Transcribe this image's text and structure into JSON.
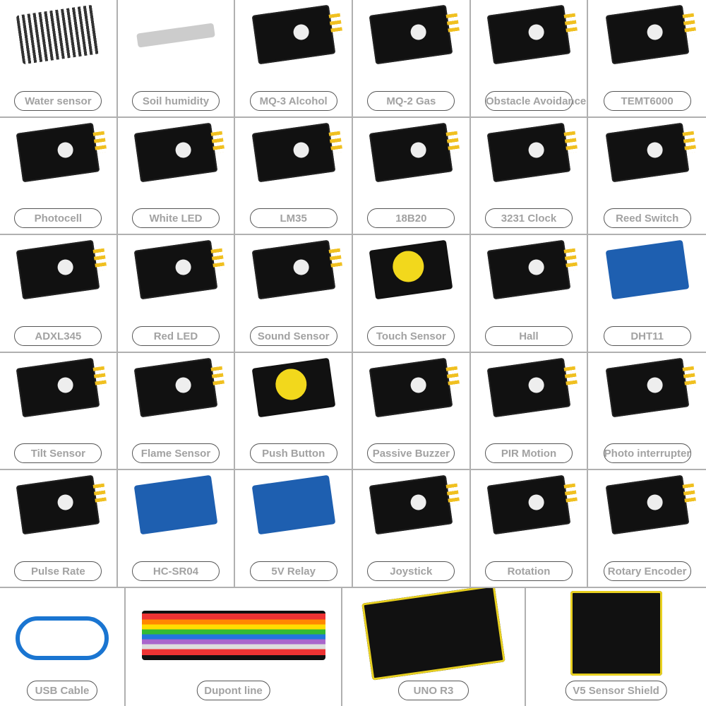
{
  "items": [
    {
      "label": "Water sensor",
      "kind": "white"
    },
    {
      "label": "Soil humidity",
      "kind": "gray"
    },
    {
      "label": "MQ-3 Alcohol",
      "kind": "board"
    },
    {
      "label": "MQ-2 Gas",
      "kind": "board"
    },
    {
      "label": "Obstacle Avoidance",
      "kind": "board"
    },
    {
      "label": "TEMT6000",
      "kind": "board"
    },
    {
      "label": "Photocell",
      "kind": "board"
    },
    {
      "label": "White LED",
      "kind": "board"
    },
    {
      "label": "LM35",
      "kind": "board"
    },
    {
      "label": "18B20",
      "kind": "board"
    },
    {
      "label": "3231 Clock",
      "kind": "board"
    },
    {
      "label": "Reed Switch",
      "kind": "board"
    },
    {
      "label": "ADXL345",
      "kind": "board"
    },
    {
      "label": "Red LED",
      "kind": "board"
    },
    {
      "label": "Sound Sensor",
      "kind": "board"
    },
    {
      "label": "Touch Sensor",
      "kind": "yellowtop"
    },
    {
      "label": "Hall",
      "kind": "board"
    },
    {
      "label": "DHT11",
      "kind": "blue"
    },
    {
      "label": "Tilt Sensor",
      "kind": "board"
    },
    {
      "label": "Flame Sensor",
      "kind": "board"
    },
    {
      "label": "Push Button",
      "kind": "yellowtop"
    },
    {
      "label": "Passive Buzzer",
      "kind": "board"
    },
    {
      "label": "PIR Motion",
      "kind": "board"
    },
    {
      "label": "Photo interrupter",
      "kind": "board"
    },
    {
      "label": "Pulse Rate",
      "kind": "board"
    },
    {
      "label": "HC-SR04",
      "kind": "blue"
    },
    {
      "label": "5V Relay",
      "kind": "blue"
    },
    {
      "label": "Joystick",
      "kind": "board"
    },
    {
      "label": "Rotation",
      "kind": "board"
    },
    {
      "label": "Rotary Encoder",
      "kind": "board"
    }
  ],
  "bottom_items": [
    {
      "label": "USB Cable",
      "kind": "cable"
    },
    {
      "label": "Dupont line",
      "kind": "rainbow"
    },
    {
      "label": "UNO R3",
      "kind": "uno"
    },
    {
      "label": "V5 Sensor Shield",
      "kind": "shield"
    }
  ]
}
